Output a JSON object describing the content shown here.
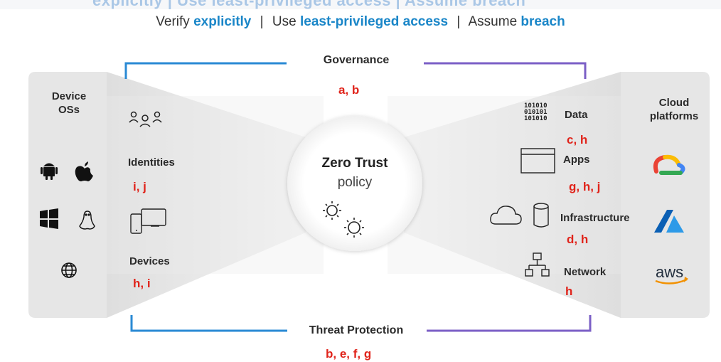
{
  "top_partial_text": "explicitly | Use least-privileged access | Assume breach",
  "principles": {
    "part1_plain": "Verify",
    "part1_bold": "explicitly",
    "separator": "|",
    "part2_plain": "Use",
    "part2_bold": "least-privileged access",
    "part3_plain": "Assume",
    "part3_bold": "breach"
  },
  "governance": {
    "label": "Governance",
    "refs": "a, b"
  },
  "threat_protection": {
    "label": "Threat Protection",
    "refs": "b, e, f, g"
  },
  "center": {
    "title": "Zero Trust",
    "subtitle": "policy"
  },
  "left_panel": {
    "title_line1": "Device",
    "title_line2": "OSs",
    "icons": [
      "android-icon",
      "apple-icon",
      "windows-icon",
      "linux-icon",
      "globe-icon"
    ]
  },
  "right_panel": {
    "title_line1": "Cloud",
    "title_line2": "platforms",
    "icons": [
      "google-cloud-icon",
      "azure-icon",
      "aws-icon"
    ],
    "aws_text": "aws"
  },
  "left_items": [
    {
      "label": "Identities",
      "refs": "i, j",
      "icon": "identities-people-icon"
    },
    {
      "label": "Devices",
      "refs": "h, i",
      "icon": "devices-icon"
    }
  ],
  "right_items": [
    {
      "label": "Data",
      "refs": "c, h",
      "icon": "data-binary-icon",
      "icon_text": [
        "101010",
        "010101",
        "101010"
      ]
    },
    {
      "label": "Apps",
      "refs": "g, h, j",
      "icon": "apps-window-icon"
    },
    {
      "label": "Infrastructure",
      "refs": "d, h",
      "icon": "infrastructure-cloud-icon"
    },
    {
      "label": "Network",
      "refs": "h",
      "icon": "network-icon"
    }
  ],
  "colors": {
    "accent_blue": "#1a86c8",
    "bracket_blue": "#2a8ad4",
    "bracket_purple": "#7b5fc6",
    "ref_red": "#e0241b",
    "panel_gray": "#e6e6e6"
  }
}
